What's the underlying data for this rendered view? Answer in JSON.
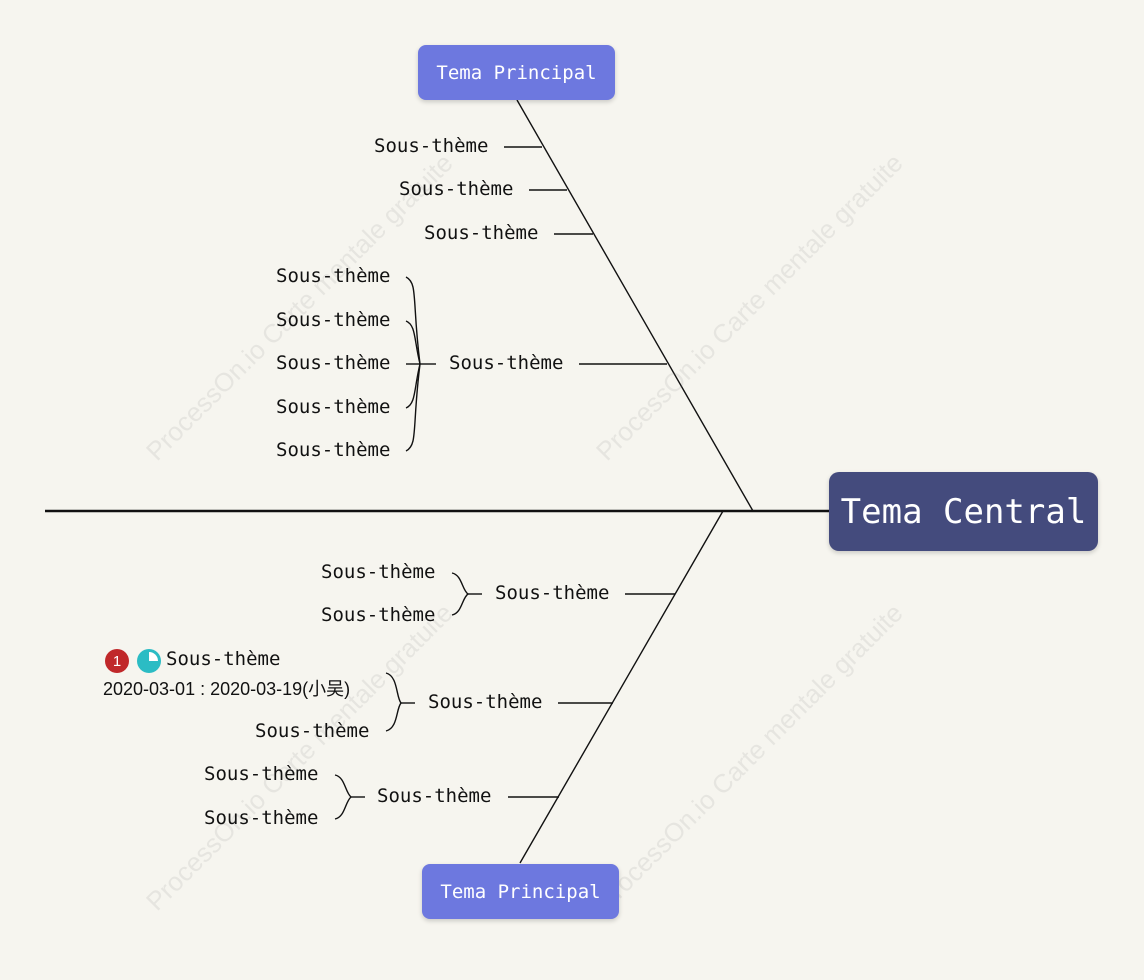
{
  "colors": {
    "background": "#f6f5ef",
    "central": "#444b7d",
    "main": "#6d78df",
    "badge_priority": "#c0282a",
    "badge_progress": "#2bbcc4"
  },
  "central": {
    "label": "Tema Central"
  },
  "main_top": {
    "label": "Tema Principal"
  },
  "main_bottom": {
    "label": "Tema Principal"
  },
  "top_branches": [
    {
      "label": "Sous-thème"
    },
    {
      "label": "Sous-thème"
    },
    {
      "label": "Sous-thème"
    },
    {
      "label": "Sous-thème",
      "children": [
        "Sous-thème",
        "Sous-thème",
        "Sous-thème",
        "Sous-thème",
        "Sous-thème"
      ]
    }
  ],
  "bottom_branches": [
    {
      "label": "Sous-thème",
      "children": [
        "Sous-thème",
        "Sous-thème"
      ]
    },
    {
      "label": "Sous-thème",
      "children": [
        "Sous-thème",
        "Sous-thème"
      ],
      "task": {
        "priority": "1",
        "progress_icon": "progress-quarter-icon",
        "dates": "2020-03-01 : 2020-03-19(小吴)"
      }
    },
    {
      "label": "Sous-thème",
      "children": [
        "Sous-thème",
        "Sous-thème"
      ]
    }
  ],
  "watermark": "ProcessOn.io Carte mentale gratuite"
}
